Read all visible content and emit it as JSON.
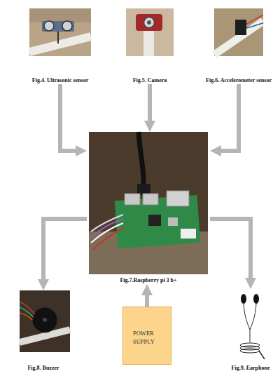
{
  "diagram": {
    "nodes": [
      {
        "text": [
          "Fig.4. Ultrasonic sensor"
        ]
      },
      {
        "text": [
          "Fig.5. Camera"
        ]
      },
      {
        "text": [
          "Fig.6. Accelerometer sensor"
        ]
      },
      {
        "text": [
          "Fig.7.Raspberry pi 3 b+"
        ]
      },
      {
        "text": [
          "Fig.8. Buzzer"
        ]
      },
      {
        "text": [
          "POWER SUPPLY"
        ]
      },
      {
        "text": [
          "Fig.9. Earphone"
        ]
      }
    ],
    "edges": [
      {
        "from": 0,
        "to": 3,
        "arrow": "to"
      },
      {
        "from": 1,
        "to": 3,
        "arrow": "to"
      },
      {
        "from": 2,
        "to": 3,
        "arrow": "to"
      },
      {
        "from": 3,
        "to": 4,
        "arrow": "to"
      },
      {
        "from": 5,
        "to": 3,
        "arrow": "to"
      },
      {
        "from": 3,
        "to": 6,
        "arrow": "to"
      }
    ]
  }
}
